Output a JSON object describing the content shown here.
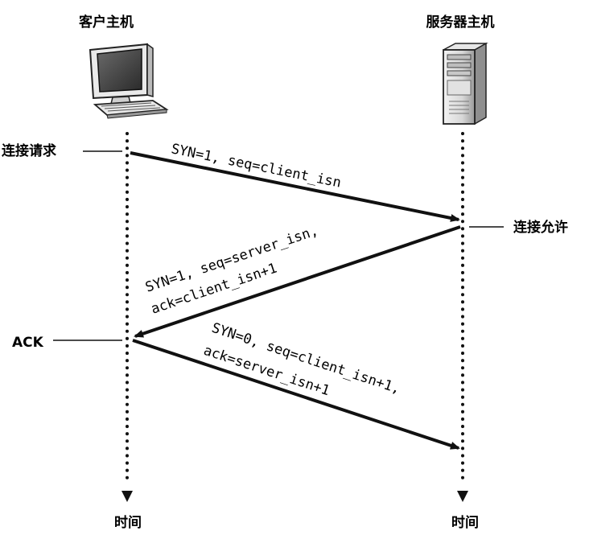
{
  "client": {
    "title": "客户主机",
    "icon": "desktop-computer-icon",
    "time_label": "时间"
  },
  "server": {
    "title": "服务器主机",
    "icon": "server-tower-icon",
    "time_label": "时间"
  },
  "events": {
    "connection_request": "连接请求",
    "connection_granted": "连接允许",
    "ack": "ACK"
  },
  "messages": {
    "syn": {
      "line1": "SYN=1, seq=client_isn"
    },
    "synack": {
      "line1": "SYN=1, seq=server_isn,",
      "line2": "ack=client_isn+1"
    },
    "ack": {
      "line1": "SYN=0, seq=client_isn+1,",
      "line2": "ack=server_isn+1"
    }
  }
}
